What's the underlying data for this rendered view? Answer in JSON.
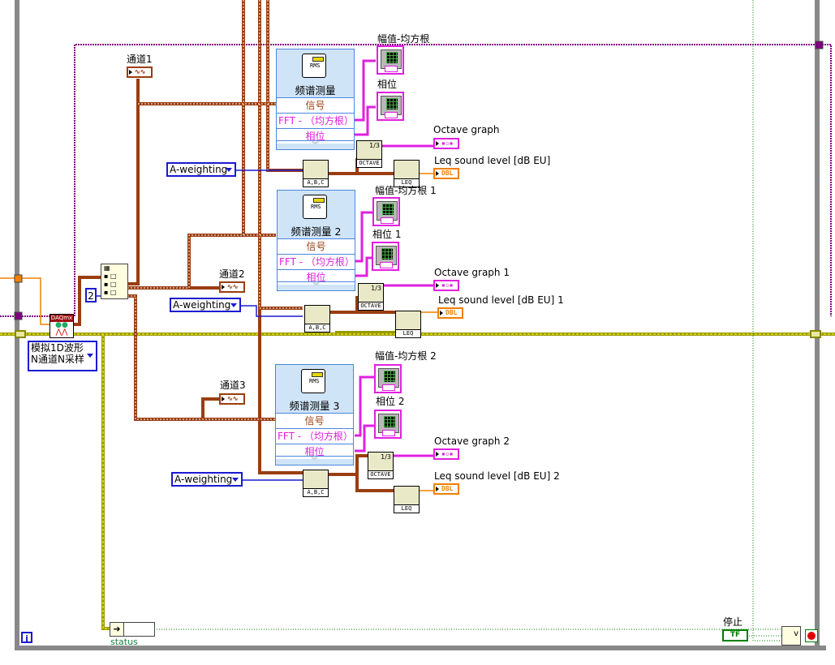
{
  "loop": {
    "iteration_terminal": "i",
    "stop_label": "停止",
    "stop_value": "TF",
    "status_label": "status",
    "or_label": "v"
  },
  "daqmx": {
    "badge": "DAQmx",
    "mode_line1": "模拟1D波形",
    "mode_line2": "N通道N采样"
  },
  "index_constant": "2",
  "channels": [
    {
      "channel_label": "通道1",
      "express_title": "频谱测量",
      "signal_label": "信号",
      "fft_label": "FFT - （均方根）",
      "phase_label": "相位",
      "magnitude_graph_label": "幅值-均方根",
      "phase_graph_label": "相位",
      "weighting": "A-weighting",
      "weighting_vi": "A,B,C",
      "octave_vi": "OCTAVE",
      "octave_fraction": "1/3",
      "octave_graph_label": "Octave graph",
      "leq_vi": "LEQ",
      "leq_label": "Leq sound level [dB EU]",
      "leq_type": "DBL"
    },
    {
      "channel_label": "通道2",
      "express_title": "频谱测量 2",
      "signal_label": "信号",
      "fft_label": "FFT - （均方根）",
      "phase_label": "相位",
      "magnitude_graph_label": "幅值-均方根 1",
      "phase_graph_label": "相位 1",
      "weighting": "A-weighting",
      "weighting_vi": "A,B,C",
      "octave_vi": "OCTAVE",
      "octave_fraction": "1/3",
      "octave_graph_label": "Octave graph 1",
      "leq_vi": "LEQ",
      "leq_label": "Leq sound level [dB EU] 1",
      "leq_type": "DBL"
    },
    {
      "channel_label": "通道3",
      "express_title": "频谱测量 3",
      "signal_label": "信号",
      "fft_label": "FFT - （均方根）",
      "phase_label": "相位",
      "magnitude_graph_label": "幅值-均方根 2",
      "phase_graph_label": "相位 2",
      "weighting": "A-weighting",
      "weighting_vi": "A,B,C",
      "octave_vi": "OCTAVE",
      "octave_fraction": "1/3",
      "octave_graph_label": "Octave graph 2",
      "leq_vi": "LEQ",
      "leq_label": "Leq sound level [dB EU] 2",
      "leq_type": "DBL"
    }
  ],
  "icons": {
    "rms": "RMS",
    "waveform": "∿∿",
    "cluster": "▪▫▪"
  },
  "colors": {
    "waveform_wire": "#9a3d10",
    "cluster_wire": "#e020e0",
    "enum_wire": "#1a1ad0",
    "error_wire": "#c8c800",
    "dbl_wire": "#f08000",
    "task_wire": "#800080",
    "bool_wire": "#008000",
    "loop_frame": "#888888"
  }
}
